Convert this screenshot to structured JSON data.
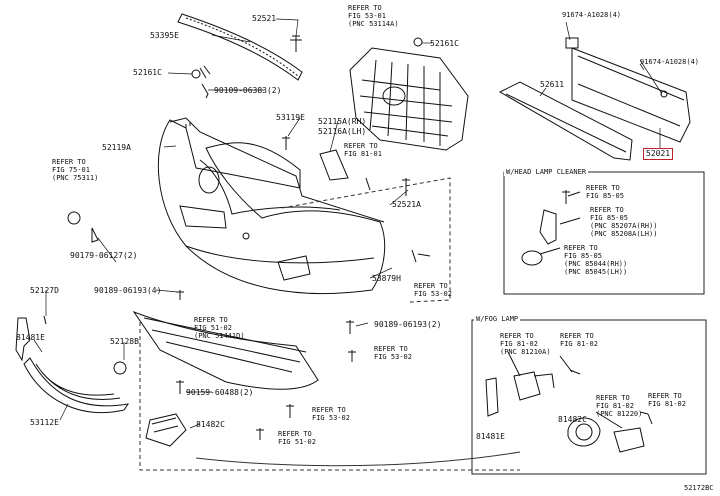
{
  "labels": {
    "p52521": "52521",
    "p53395e": "53395E",
    "p52161c_a": "52161C",
    "p90109": "90109-06383(2)",
    "p52119a": "52119A",
    "p53119e": "53119E",
    "p52161c_b": "52161C",
    "p52115a": "52115A(RH)",
    "p52116a": "52116A(LH)",
    "p52521a": "52521A",
    "p90179": "90179-06127(2)",
    "p90189_a": "90189-06193(4)",
    "p52127d": "52127D",
    "p81481e_a": "81481E",
    "p52128b": "52128B",
    "p53112e": "53112E",
    "p90159": "90159-60488(2)",
    "p81482c_a": "81482C",
    "p53879h": "53879H",
    "p90189_b": "90189-06193(2)",
    "p91674_a": "91674-A1028(4)",
    "p91674_b": "91674-A1028(4)",
    "p52611": "52611",
    "p52021": "52021",
    "p81481e_b": "81481E",
    "p81482c_b": "81482C",
    "footer": "52172BC"
  },
  "refs": {
    "r5301": "REFER TO\nFIG 53-01\n(PNC 53114A)",
    "r8101": "REFER TO\nFIG 81-01",
    "r7501": "REFER TO\nFIG 75-01\n(PNC 75311)",
    "r5102": "REFER TO\nFIG 51-02\n(PNC 51441D)",
    "r5302_a": "REFER TO\nFIG 53-02",
    "r5302_b": "REFER TO\nFIG 53-02",
    "r5302_c": "REFER TO\nFIG 53-02",
    "r5102_b": "REFER TO\nFIG 51-02",
    "r8505_a": "REFER TO\nFIG 85-05",
    "r8505_b": "REFER TO\nFIG 85-05\n(PNC 85207A(RH))\n(PNC 85208A(LH))",
    "r8505_c": "REFER TO\nFIG 85-05\n(PNC 85044(RH))\n(PNC 85045(LH))",
    "r8102_a": "REFER TO\nFIG 81-02\n(PNC 81210A)",
    "r8102_b": "REFER TO\nFIG 81-02",
    "r8102_c": "REFER TO\nFIG 81-02\n(PNC 81220)",
    "r8102_d": "REFER TO\nFIG 81-02"
  },
  "boxes": {
    "headlamp": "W/HEAD LAMP CLEANER",
    "foglamp": "W/FOG LAMP"
  }
}
